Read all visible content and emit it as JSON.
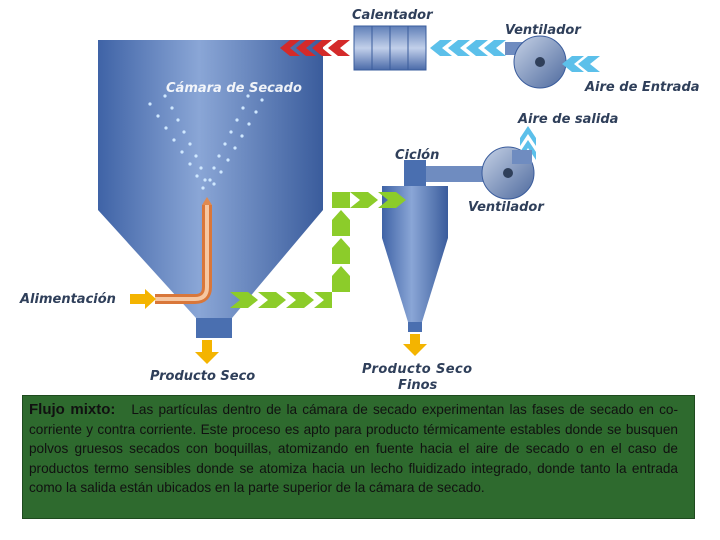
{
  "labels": {
    "heater": "Calentador",
    "fan_top": "Ventilador",
    "air_in": "Aire de Entrada",
    "chamber": "Cámara de Secado",
    "air_out": "Aire de salida",
    "cyclone": "Ciclón",
    "fan_bottom": "Ventilador",
    "feed": "Alimentación",
    "dry_product": "Producto Seco",
    "fines_line1": "Producto Seco",
    "fines_line2": "Finos"
  },
  "caption": {
    "title": "Flujo mixto:",
    "text": "Las partículas dentro de la cámara de secado experimentan las fases de secado en co-corriente y contra corriente. Este proceso es apto para producto térmicamente estables donde se busquen polvos gruesos secados con boquillas, atomizando en fuente hacia el aire de secado o en el caso de productos termo sensibles donde se atomiza hacia un lecho fluidizado integrado, donde tanto la entrada como la salida están ubicados en la parte superior de la cámara de secado."
  },
  "colors": {
    "vessel": "#4a6fb0",
    "hot_air": "#d42a2a",
    "cool_air": "#5cc0ea",
    "product_flow": "#8ccc2a",
    "feed_pipe": "#e08a50",
    "output_arrow": "#f4b400",
    "caption_bg": "#2e6a2e"
  }
}
